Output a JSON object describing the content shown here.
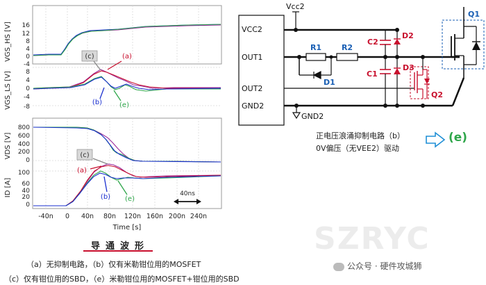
{
  "waveform": {
    "ytick_hs": [
      "16",
      "12",
      "8",
      "4",
      "0",
      "-4"
    ],
    "ytick_ls": [
      "8",
      "4",
      "0",
      "-4",
      "-8"
    ],
    "ytick_vds": [
      "800",
      "600",
      "400",
      "200",
      "0"
    ],
    "ytick_id": [
      "100",
      "60",
      "40",
      "20",
      "0"
    ],
    "ylabel_hs": "VGS_HS [V]",
    "ylabel_ls": "VGS_LS [V]",
    "ylabel_vds": "VDS [V]",
    "ylabel_id": "ID [A]",
    "xticks": [
      "-40n",
      "0",
      "40n",
      "80n",
      "120n",
      "160n",
      "200n",
      "240n"
    ],
    "xlabel": "Time [s]",
    "scale_label": "40ns",
    "tags": {
      "a": "(a)",
      "b": "(b)",
      "c": "(c)",
      "e": "(e)"
    },
    "colors": {
      "a": "#c8102e",
      "b": "#1a2fcf",
      "c": "#9a9a9a",
      "e": "#2ea64a",
      "purple": "#9b2a9b"
    }
  },
  "caption": {
    "title": "导通波形",
    "line1": "（a）无抑制电路，（b）仅有米勒钳位用的MOSFET",
    "line2": "（c）仅有钳位用的SBD，（e）米勒钳位用的MOSFET+钳位用的SBD"
  },
  "circuit": {
    "vcc2": "Vcc2",
    "vcc2_pin": "VCC2",
    "out1": "OUT1",
    "out2": "OUT2",
    "gnd2_pin": "GND2",
    "gnd2": "GND2",
    "r1": "R1",
    "r2": "R2",
    "d1": "D1",
    "c1": "C1",
    "c2": "C2",
    "d2": "D2",
    "d3": "D3",
    "q1": "Q1",
    "q2": "Q2",
    "desc1": "正电压浪涌抑制电路（b）",
    "desc2": "0V偏压（无VEE2）驱动",
    "result": "(e)"
  },
  "watermark": {
    "text": "SZRYC",
    "wechat": "公众号 · 硬件攻城狮"
  }
}
